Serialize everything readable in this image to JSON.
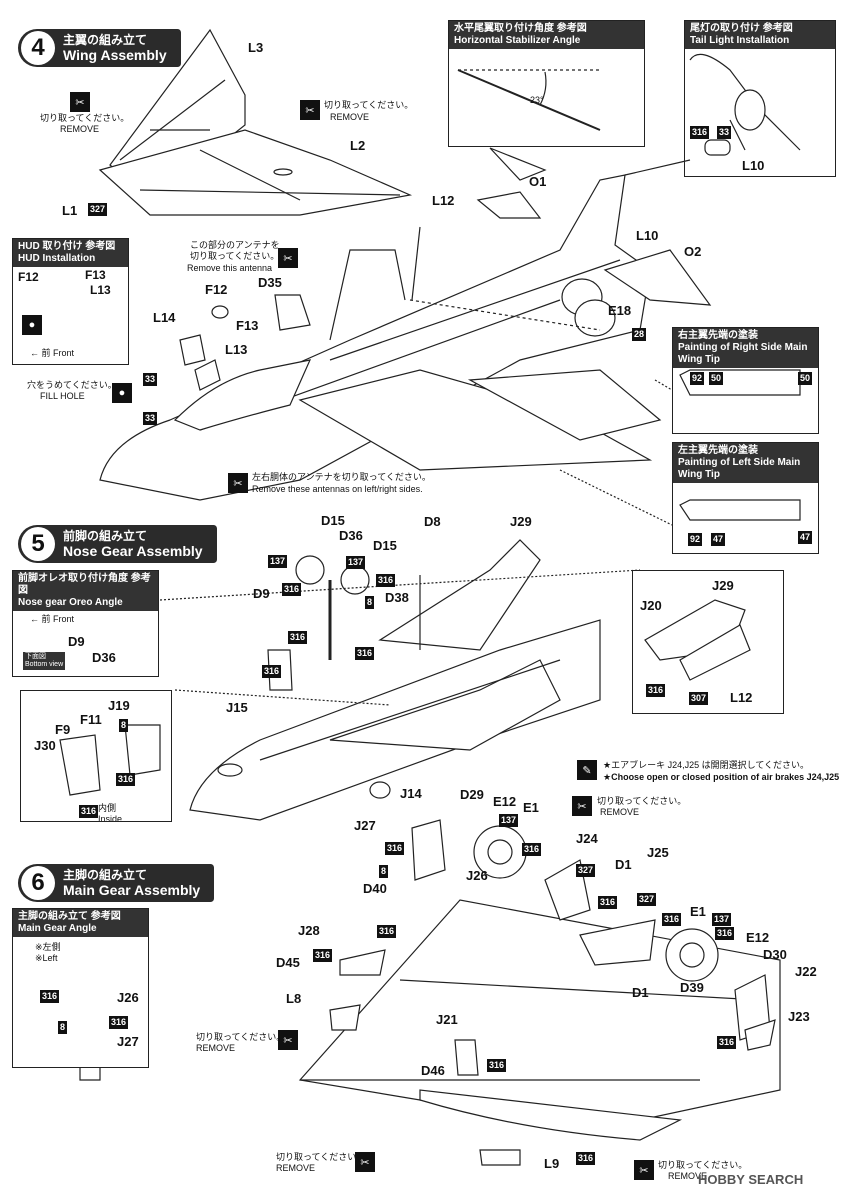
{
  "step4": {
    "num": "4",
    "title_jp": "主翼の組み立て",
    "title_en": "Wing Assembly",
    "remove_jp": "切り取ってください。",
    "remove_en": "REMOVE",
    "labels": {
      "L3": "L3",
      "L2": "L2",
      "L1": "L1",
      "L12": "L12",
      "O1": "O1",
      "O2": "O2",
      "L10": "L10",
      "E18": "E18",
      "D35": "D35",
      "F12": "F12",
      "F13": "F13",
      "L14": "L14",
      "L13": "L13"
    },
    "badges": {
      "b327": "327",
      "b33a": "33",
      "b33b": "33",
      "b28": "28"
    },
    "antenna_jp": "この部分のアンテナを",
    "antenna_jp2": "切り取ってください。",
    "antenna_en": "Remove this antenna",
    "fill_jp": "穴をうめてください。",
    "fill_en": "FILL HOLE",
    "side_antenna_jp": "左右胴体のアンテナを切り取ってください。",
    "side_antenna_en": "Remove these antennas on left/right sides.",
    "hud": {
      "jp": "HUD 取り付け 参考図",
      "en": "HUD Installation",
      "f12": "F12",
      "f13": "F13",
      "l13": "L13",
      "front_jp": "前",
      "front_en": "Front"
    },
    "stab": {
      "jp": "水平尾翼取り付け角度 参考図",
      "en": "Horizontal Stabilizer Angle",
      "angle": "23°"
    },
    "tail": {
      "jp": "尾灯の取り付け 参考図",
      "en": "Tail Light Installation",
      "b316": "316",
      "b33": "33",
      "l10": "L10"
    },
    "right_tip": {
      "jp": "右主翼先端の塗装",
      "en": "Painting of Right Side Main Wing Tip",
      "c1": "92",
      "c2": "50",
      "c3": "50"
    },
    "left_tip": {
      "jp": "左主翼先端の塗装",
      "en": "Painting of Left Side Main Wing Tip",
      "c1": "92",
      "c2": "47",
      "c3": "47"
    }
  },
  "step5": {
    "num": "5",
    "title_jp": "前脚の組み立て",
    "title_en": "Nose Gear Assembly",
    "labels": {
      "D15a": "D15",
      "D36": "D36",
      "D15b": "D15",
      "D8": "D8",
      "J29": "J29",
      "D9": "D9",
      "D38": "D38",
      "J15": "J15",
      "J14": "J14",
      "J19": "J19",
      "F11": "F11",
      "F9": "F9",
      "J30": "J30",
      "J20": "J20",
      "J29b": "J29",
      "L12": "L12"
    },
    "badges": {
      "b137a": "137",
      "b137b": "137",
      "b316a": "316",
      "b316b": "316",
      "b8": "8",
      "b316c": "316",
      "b316d": "316",
      "b316e": "316",
      "b8b": "8",
      "b316f": "316",
      "b316g": "316",
      "b316h": "316",
      "b307": "307"
    },
    "inside_jp": "内側",
    "inside_en": "Inside",
    "nose_ref": {
      "jp": "前脚オレオ取り付け角度 参考図",
      "en": "Nose gear Oreo Angle",
      "front_jp": "前",
      "front_en": "Front",
      "d9": "D9",
      "d36": "D36",
      "bottom_jp": "下面図",
      "bottom_en": "Bottom view"
    }
  },
  "step6": {
    "num": "6",
    "title_jp": "主脚の組み立て",
    "title_en": "Main Gear Assembly",
    "airbrake_jp": "★エアブレーキ J24,J25 は開閉選択してください。",
    "airbrake_en": "★Choose open or closed position of air brakes J24,J25",
    "remove_jp": "切り取ってください。",
    "remove_en": "REMOVE",
    "labels": {
      "D29": "D29",
      "E12": "E12",
      "E1": "E1",
      "J27": "J27",
      "J24": "J24",
      "J26": "J26",
      "D40": "D40",
      "D1": "D1",
      "J25": "J25",
      "J28": "J28",
      "D45": "D45",
      "L8": "L8",
      "E1b": "E1",
      "E12b": "E12",
      "D30": "D30",
      "J22": "J22",
      "D39": "D39",
      "D1b": "D1",
      "J21": "J21",
      "J23": "J23",
      "D46": "D46",
      "L9": "L9"
    },
    "badges": {
      "b137": "137",
      "b316a": "316",
      "b316b": "316",
      "b8": "8",
      "b327a": "327",
      "b316c": "316",
      "b327b": "327",
      "b316d": "316",
      "b316e": "316",
      "b137b": "137",
      "b316f": "316",
      "b316g": "316",
      "b316h": "316",
      "b316i": "316",
      "b316j": "316"
    },
    "main_ref": {
      "jp": "主脚の組み立て 参考図",
      "en": "Main Gear Angle",
      "left_jp": "※左側",
      "left_en": "※Left",
      "b316a": "316",
      "b8": "8",
      "b316b": "316",
      "j26": "J26",
      "j27": "J27"
    }
  },
  "watermark": "HOBBY SEARCH"
}
